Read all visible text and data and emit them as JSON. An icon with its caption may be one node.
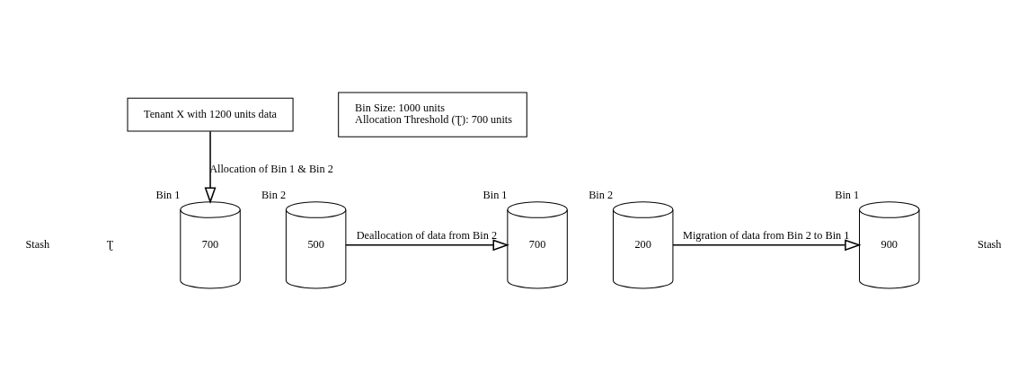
{
  "diagram": {
    "nodes": [
      {
        "text": [
          "Tenant X with 1200 units data"
        ]
      },
      {
        "text": [
          "700"
        ],
        "beside": [
          "Bin 1"
        ]
      },
      {
        "text": [
          "500"
        ],
        "beside": [
          "Bin 2"
        ]
      },
      {
        "text": [
          "700"
        ],
        "beside": [
          "Bin 1"
        ]
      },
      {
        "text": [
          "200"
        ],
        "beside": [
          "Bin 2"
        ]
      },
      {
        "text": [
          "900"
        ],
        "beside": [
          "Bin 1"
        ]
      },
      {
        "text": [
          "Bin Size: 1000 units",
          "Allocation Threshold (Ʈ): 700 units"
        ]
      }
    ],
    "edges": [
      {
        "from": 0,
        "to": 1,
        "arrow": "to",
        "label": "Allocation of Bin 1 & Bin 2"
      },
      {
        "from": 2,
        "to": 3,
        "arrow": "to",
        "label": "Deallocation of data from Bin 2"
      },
      {
        "from": 4,
        "to": 5,
        "arrow": "to",
        "label": "Migration of data from Bin 2 to Bin 1"
      }
    ],
    "labels": [
      "Stash",
      "Ʈ",
      "Stash"
    ]
  }
}
